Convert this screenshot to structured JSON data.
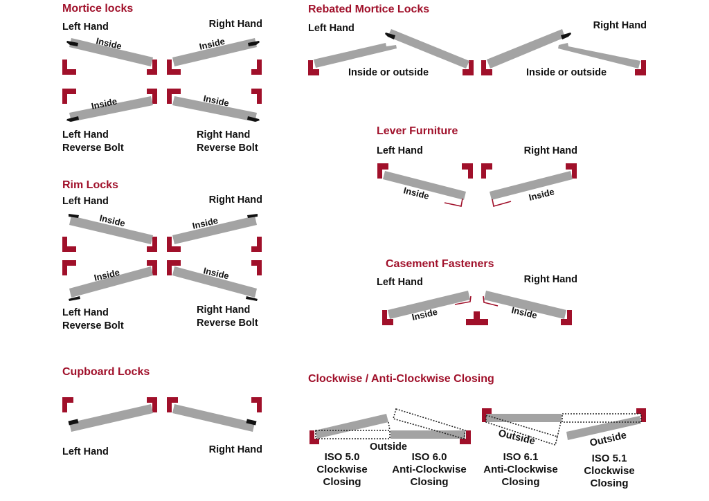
{
  "colors": {
    "accent": "#a0102a",
    "door": "#a3a3a3",
    "text": "#111111"
  },
  "sections": {
    "mortice": {
      "title": "Mortice locks",
      "left_hand": "Left Hand",
      "right_hand": "Right Hand",
      "left_hand_reverse": [
        "Left Hand",
        "Reverse Bolt"
      ],
      "right_hand_reverse": [
        "Right Hand",
        "Reverse Bolt"
      ],
      "inside": "Inside"
    },
    "rebated": {
      "title": "Rebated Mortice Locks",
      "left_hand": "Left Hand",
      "right_hand": "Right Hand",
      "inside_or_outside": "Inside or outside"
    },
    "lever": {
      "title": "Lever Furniture",
      "left_hand": "Left Hand",
      "right_hand": "Right Hand",
      "inside": "Inside"
    },
    "rim": {
      "title": "Rim Locks",
      "left_hand": "Left Hand",
      "right_hand": "Right Hand",
      "left_hand_reverse": [
        "Left Hand",
        "Reverse Bolt"
      ],
      "right_hand_reverse": [
        "Right Hand",
        "Reverse Bolt"
      ],
      "inside": "Inside"
    },
    "casement": {
      "title": "Casement Fasteners",
      "left_hand": "Left Hand",
      "right_hand": "Right Hand",
      "inside": "Inside"
    },
    "cupboard": {
      "title": "Cupboard Locks",
      "left_hand": "Left Hand",
      "right_hand": "Right Hand"
    },
    "closing": {
      "title": "Clockwise / Anti-Clockwise Closing",
      "outside": "Outside",
      "items": [
        {
          "code": "ISO 5.0",
          "lines": [
            "Clockwise",
            "Closing"
          ]
        },
        {
          "code": "ISO 6.0",
          "lines": [
            "Anti-Clockwise",
            "Closing"
          ]
        },
        {
          "code": "ISO 6.1",
          "lines": [
            "Anti-Clockwise",
            "Closing"
          ]
        },
        {
          "code": "ISO 5.1",
          "lines": [
            "Clockwise",
            "Closing"
          ]
        }
      ]
    }
  }
}
